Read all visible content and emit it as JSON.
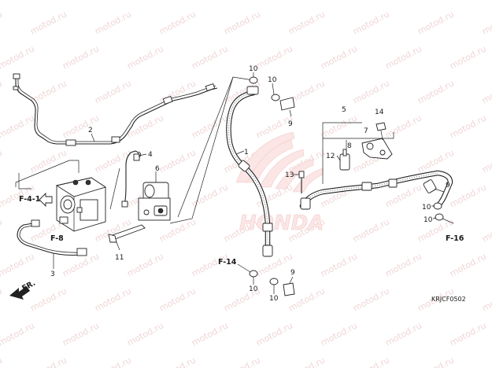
{
  "diagram": {
    "code": "KRJCF0502",
    "watermark": "motod.ru",
    "brand": "HONDA",
    "direction_label": "FR.",
    "callouts": {
      "c1": "1",
      "c2": "2",
      "c3": "3",
      "c4": "4",
      "c5": "5",
      "c6": "6",
      "c7": "7",
      "c8": "8",
      "c9a": "9",
      "c9b": "9",
      "c9c": "9",
      "c10a": "10",
      "c10b": "10",
      "c10c": "10",
      "c10d": "10",
      "c10e": "10",
      "c11": "11",
      "c12": "12",
      "c13": "13",
      "c14": "14"
    },
    "refs": {
      "f41": "F-4-1",
      "f8": "F-8",
      "f14": "F-14",
      "f16": "F-16"
    }
  }
}
